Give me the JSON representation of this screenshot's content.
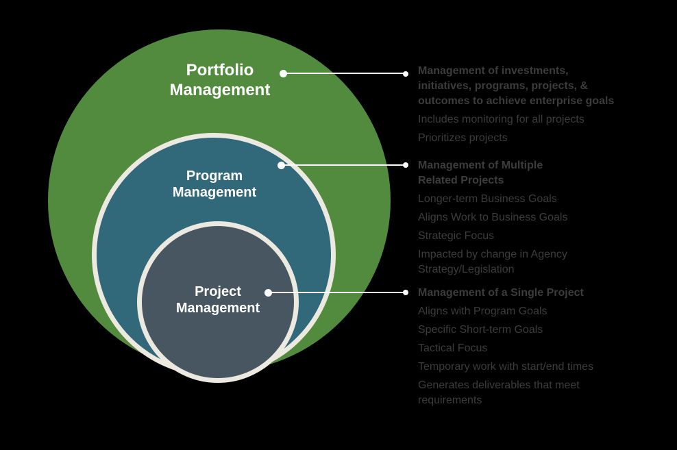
{
  "colors": {
    "background": "#000000",
    "portfolio_circle": "#528B3D",
    "program_circle": "#31697A",
    "project_circle": "#475661",
    "circle_ring": "#ECE9E0",
    "connector_line": "#FFFFFF",
    "circle_label_text": "#FFFFFF",
    "annotation_text": "#3C3C3C"
  },
  "circles": {
    "portfolio": {
      "label": "Portfolio\nManagement"
    },
    "program": {
      "label": "Program\nManagement"
    },
    "project": {
      "label": "Project\nManagement"
    }
  },
  "annotations": {
    "portfolio": {
      "heading": "Management of investments,\ninitiatives, programs, projects, &\noutcomes to achieve enterprise goals",
      "items": [
        "Includes monitoring for all projects",
        "Prioritizes projects"
      ]
    },
    "program": {
      "heading": "Management of Multiple\nRelated Projects",
      "items": [
        "Longer-term Business Goals",
        "Aligns Work to Business Goals",
        "Strategic Focus",
        "Impacted by change in Agency\nStrategy/Legislation"
      ]
    },
    "project": {
      "heading": "Management of a Single Project",
      "items": [
        "Aligns with Program Goals",
        "Specific Short-term Goals",
        "Tactical Focus",
        "Temporary work with start/end times",
        "Generates deliverables that meet\nrequirements"
      ]
    }
  }
}
